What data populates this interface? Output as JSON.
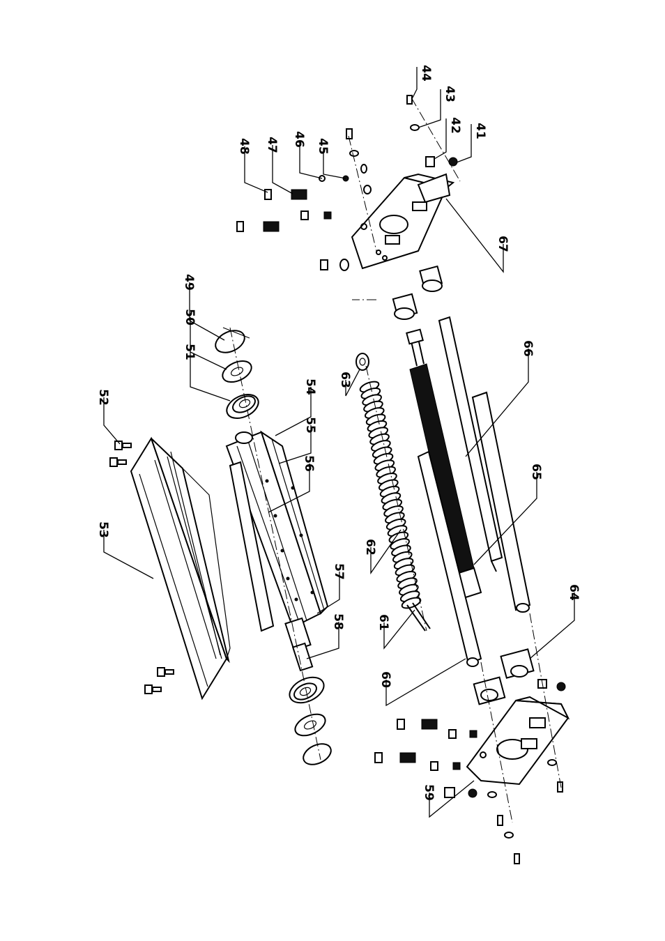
{
  "diagram": {
    "callouts": [
      "41",
      "42",
      "43",
      "44",
      "45",
      "46",
      "47",
      "48",
      "49",
      "50",
      "51",
      "52",
      "53",
      "54",
      "55",
      "56",
      "57",
      "58",
      "59",
      "60",
      "61",
      "62",
      "63",
      "64",
      "65",
      "66",
      "67"
    ]
  }
}
